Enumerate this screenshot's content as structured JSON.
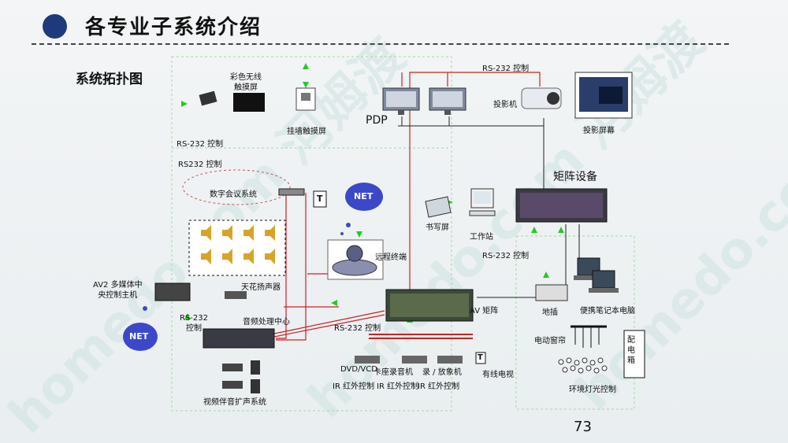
{
  "header": {
    "title": "各专业子系统介绍"
  },
  "diagram": {
    "title": "系统拓扑图",
    "labels": {
      "color_touch": "彩色无线\n触摸屏",
      "wall_touch": "挂墙触摸屏",
      "rs232_1": "RS-232 控制",
      "rs232_2": "RS232 控制",
      "conference": "数字会议系统",
      "net": "NET",
      "t": "T",
      "remote": "远程终端",
      "av2": "AV2 多媒体中\n央控制主机",
      "ceiling": "天花扬声器",
      "audio_center": "音频处理中心",
      "rs232_3": "RS-232\n控制",
      "rs232_4": "RS-232 控制",
      "av_matrix": "AV 矩阵",
      "dvd": "DVD/VCD",
      "tape": "卡座录音机",
      "recorder": "录 / 放象机",
      "cable_tv": "有线电视",
      "ir1": "IR 红外控制",
      "ir2": "IR 红外控制",
      "ir3": "IR 红外控制",
      "video_sound": "视频伴音扩声系统",
      "rs232_top": "RS-232 控制",
      "pdp": "PDP",
      "projector": "投影机",
      "screen": "投影屏幕",
      "matrix_dev": "矩阵设备",
      "writing": "书写屏",
      "workstation": "工作站",
      "rs232_5": "RS-232 控制",
      "socket": "地插",
      "laptop": "便携笔记本电脑",
      "curtain": "电动窗帘",
      "dist_box": "配\n电\n箱",
      "lighting": "环境灯光控制"
    }
  },
  "watermark": "homedo.com 河姆渡",
  "footer": {
    "page": "73"
  },
  "colors": {
    "title_dot": "#1f3a7a",
    "red_line": "#cc2222",
    "green_arrow": "#22cc22",
    "net_cloud": "#3b49c9"
  }
}
